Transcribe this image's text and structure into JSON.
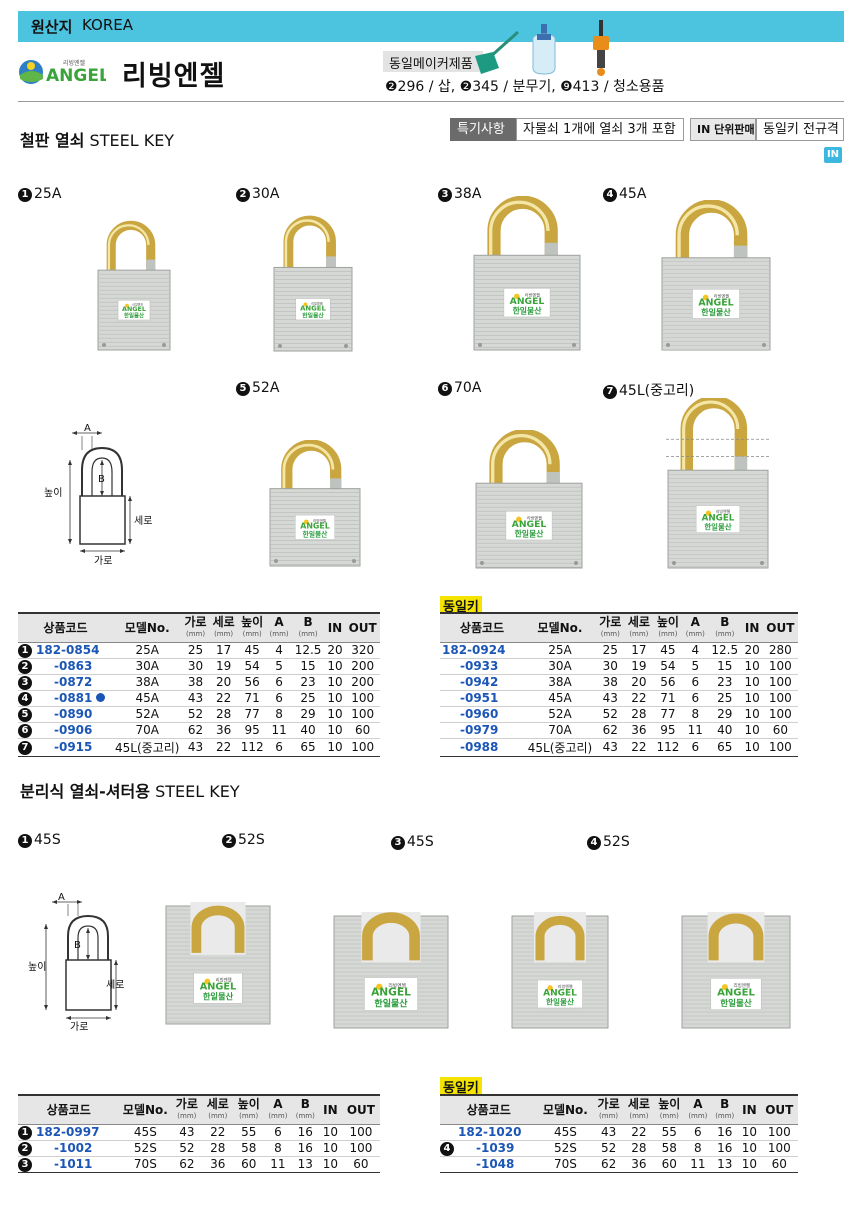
{
  "header": {
    "origin_label": "원산지",
    "origin_value": "KOREA",
    "logo_top": "리빙엔젤",
    "logo_word": "ANGEL",
    "brand_name": "리빙엔젤",
    "same_maker_label": "동일메이커제품",
    "same_maker_items": "❷296 / 삽, ❷345 / 분무기, ❾413 / 청소용품"
  },
  "section1": {
    "title_bold": "철판 열쇠",
    "title_rest": "STEEL KEY",
    "notice_label": "특기사항",
    "notice_text": "자물쇠 1개에 열쇠 3개 포함",
    "in_label": "IN 단위판매",
    "same_key_text": "동일키 전규격",
    "in_badge": "IN",
    "items": [
      {
        "num": "1",
        "label": "25A"
      },
      {
        "num": "2",
        "label": "30A"
      },
      {
        "num": "3",
        "label": "38A"
      },
      {
        "num": "4",
        "label": "45A"
      },
      {
        "num": "5",
        "label": "52A"
      },
      {
        "num": "6",
        "label": "70A"
      },
      {
        "num": "7",
        "label": "45L(중고리)"
      }
    ],
    "diagram": {
      "a": "A",
      "b": "B",
      "height": "높이",
      "depth": "세로",
      "width": "가로"
    },
    "lock_tag_top": "리빙엔젤",
    "lock_tag_word": "ANGEL",
    "lock_tag_company": "한일물산",
    "same_key_table_label": "동일키"
  },
  "table_headers": {
    "code": "상품코드",
    "model": "모델No.",
    "w": "가로",
    "d": "세로",
    "h": "높이",
    "a": "A",
    "b": "B",
    "unit": "(mm)",
    "in": "IN",
    "out": "OUT"
  },
  "table1_rows": [
    {
      "lead": "1",
      "code": "182-0854",
      "model": "25A",
      "w": "25",
      "d": "17",
      "h": "45",
      "a": "4",
      "b": "12.5",
      "in": "20",
      "out": "320"
    },
    {
      "lead": "2",
      "code": "-0863",
      "model": "30A",
      "w": "30",
      "d": "19",
      "h": "54",
      "a": "5",
      "b": "15",
      "in": "10",
      "out": "200"
    },
    {
      "lead": "3",
      "code": "-0872",
      "model": "38A",
      "w": "38",
      "d": "20",
      "h": "56",
      "a": "6",
      "b": "23",
      "in": "10",
      "out": "200"
    },
    {
      "lead": "4",
      "code": "-0881",
      "model": "45A",
      "w": "43",
      "d": "22",
      "h": "71",
      "a": "6",
      "b": "25",
      "in": "10",
      "out": "100",
      "dot": true
    },
    {
      "lead": "5",
      "code": "-0890",
      "model": "52A",
      "w": "52",
      "d": "28",
      "h": "77",
      "a": "8",
      "b": "29",
      "in": "10",
      "out": "100"
    },
    {
      "lead": "6",
      "code": "-0906",
      "model": "70A",
      "w": "62",
      "d": "36",
      "h": "95",
      "a": "11",
      "b": "40",
      "in": "10",
      "out": "60"
    },
    {
      "lead": "7",
      "code": "-0915",
      "model": "45L(중고리)",
      "w": "43",
      "d": "22",
      "h": "112",
      "a": "6",
      "b": "65",
      "in": "10",
      "out": "100"
    }
  ],
  "table2_rows": [
    {
      "code": "182-0924",
      "model": "25A",
      "w": "25",
      "d": "17",
      "h": "45",
      "a": "4",
      "b": "12.5",
      "in": "20",
      "out": "280"
    },
    {
      "code": "-0933",
      "model": "30A",
      "w": "30",
      "d": "19",
      "h": "54",
      "a": "5",
      "b": "15",
      "in": "10",
      "out": "100"
    },
    {
      "code": "-0942",
      "model": "38A",
      "w": "38",
      "d": "20",
      "h": "56",
      "a": "6",
      "b": "23",
      "in": "10",
      "out": "100"
    },
    {
      "code": "-0951",
      "model": "45A",
      "w": "43",
      "d": "22",
      "h": "71",
      "a": "6",
      "b": "25",
      "in": "10",
      "out": "100"
    },
    {
      "code": "-0960",
      "model": "52A",
      "w": "52",
      "d": "28",
      "h": "77",
      "a": "8",
      "b": "29",
      "in": "10",
      "out": "100"
    },
    {
      "code": "-0979",
      "model": "70A",
      "w": "62",
      "d": "36",
      "h": "95",
      "a": "11",
      "b": "40",
      "in": "10",
      "out": "60"
    },
    {
      "code": "-0988",
      "model": "45L(중고리)",
      "w": "43",
      "d": "22",
      "h": "112",
      "a": "6",
      "b": "65",
      "in": "10",
      "out": "100"
    }
  ],
  "section2": {
    "title_bold": "분리식 열쇠-셔터용",
    "title_rest": "STEEL KEY",
    "items": [
      {
        "num": "1",
        "label": "45S"
      },
      {
        "num": "2",
        "label": "52S"
      },
      {
        "num": "3",
        "label": "45S"
      },
      {
        "num": "4",
        "label": "52S"
      }
    ],
    "same_key_table_label": "동일키"
  },
  "table3_rows": [
    {
      "lead": "1",
      "code": "182-0997",
      "model": "45S",
      "w": "43",
      "d": "22",
      "h": "55",
      "a": "6",
      "b": "16",
      "in": "10",
      "out": "100"
    },
    {
      "lead": "2",
      "code": "-1002",
      "model": "52S",
      "w": "52",
      "d": "28",
      "h": "58",
      "a": "8",
      "b": "16",
      "in": "10",
      "out": "100"
    },
    {
      "lead": "3",
      "code": "-1011",
      "model": "70S",
      "w": "62",
      "d": "36",
      "h": "60",
      "a": "11",
      "b": "13",
      "in": "10",
      "out": "60"
    }
  ],
  "table4_rows": [
    {
      "lead": "",
      "code": "182-1020",
      "model": "45S",
      "w": "43",
      "d": "22",
      "h": "55",
      "a": "6",
      "b": "16",
      "in": "10",
      "out": "100"
    },
    {
      "lead": "4",
      "code": "-1039",
      "model": "52S",
      "w": "52",
      "d": "28",
      "h": "58",
      "a": "8",
      "b": "16",
      "in": "10",
      "out": "100"
    },
    {
      "lead": "",
      "code": "-1048",
      "model": "70S",
      "w": "62",
      "d": "36",
      "h": "60",
      "a": "11",
      "b": "13",
      "in": "10",
      "out": "60"
    }
  ],
  "colors": {
    "header_bar": "#4cc3df",
    "code_blue": "#1b56b6",
    "highlight_yellow": "#f4e400",
    "brass": "#c9a640",
    "steel": "#d6d8d6"
  }
}
